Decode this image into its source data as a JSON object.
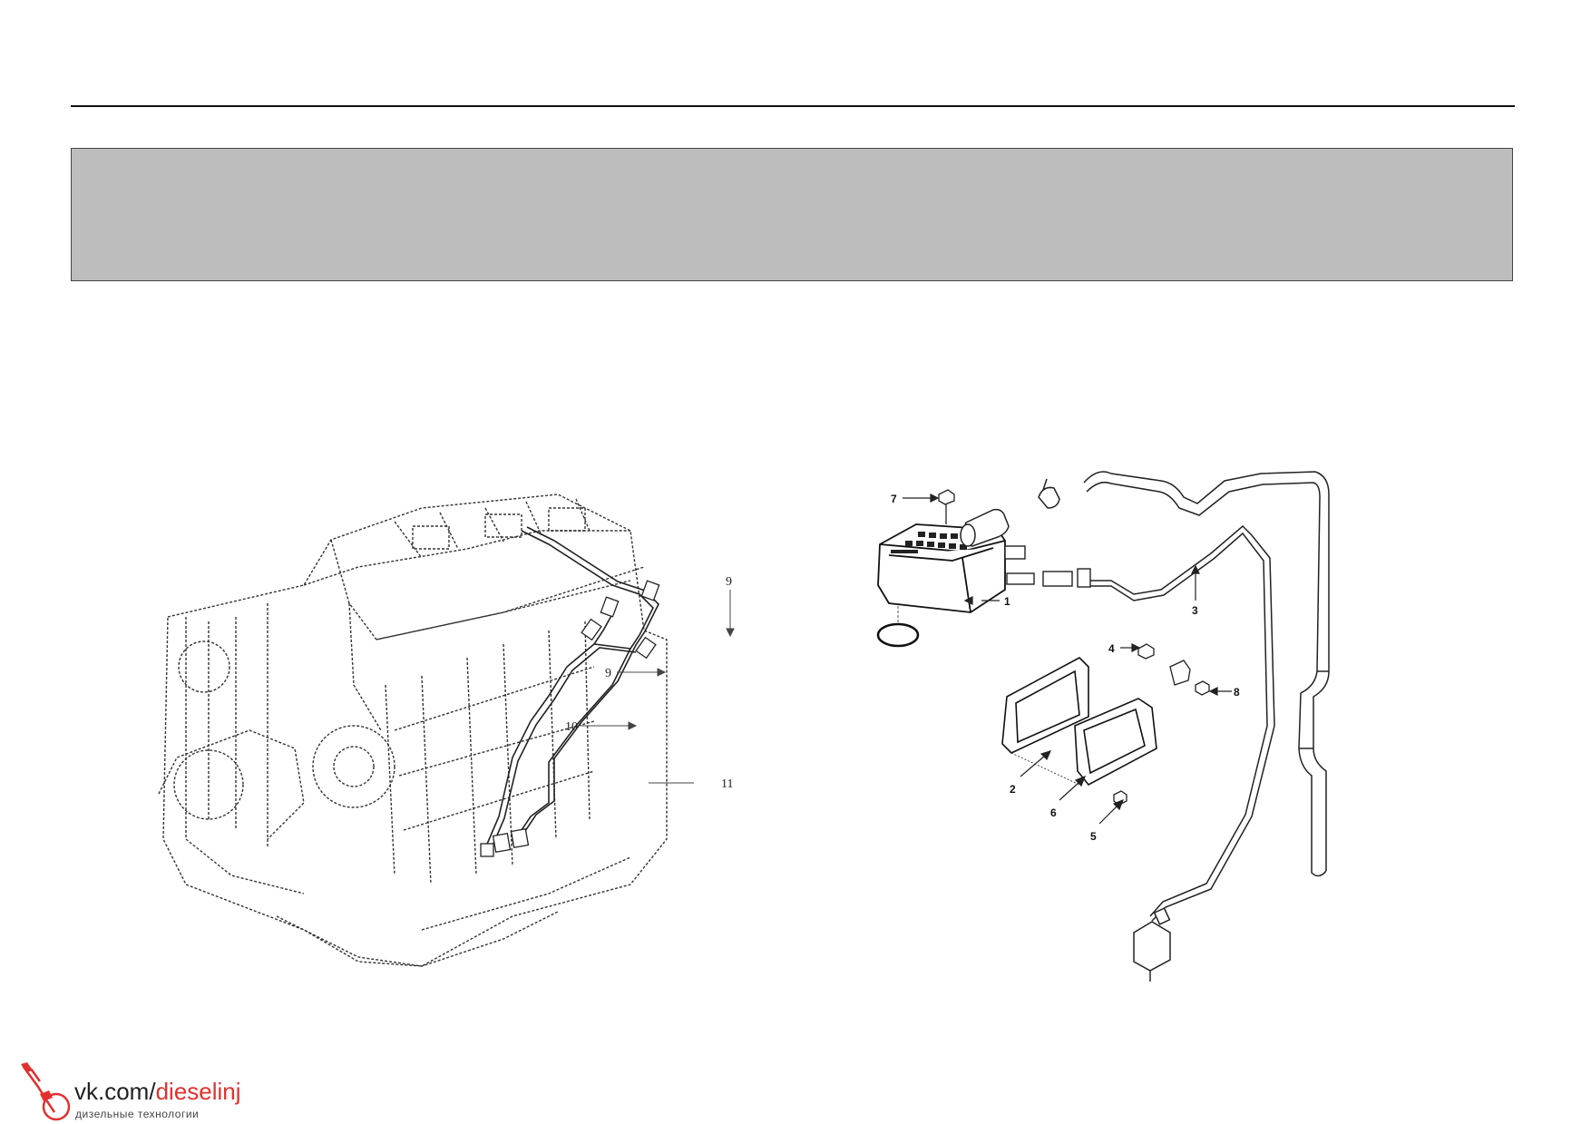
{
  "left_figure": {
    "callouts": [
      "9",
      "9",
      "10",
      "11"
    ]
  },
  "right_figure": {
    "callouts": [
      "7",
      "1",
      "3",
      "4",
      "8",
      "2",
      "6",
      "5"
    ]
  },
  "watermark": {
    "url_prefix": "vk.com/",
    "url_accent": "dieselinj",
    "tagline": "дизельные технологии",
    "accent_color": "#e0312f"
  }
}
